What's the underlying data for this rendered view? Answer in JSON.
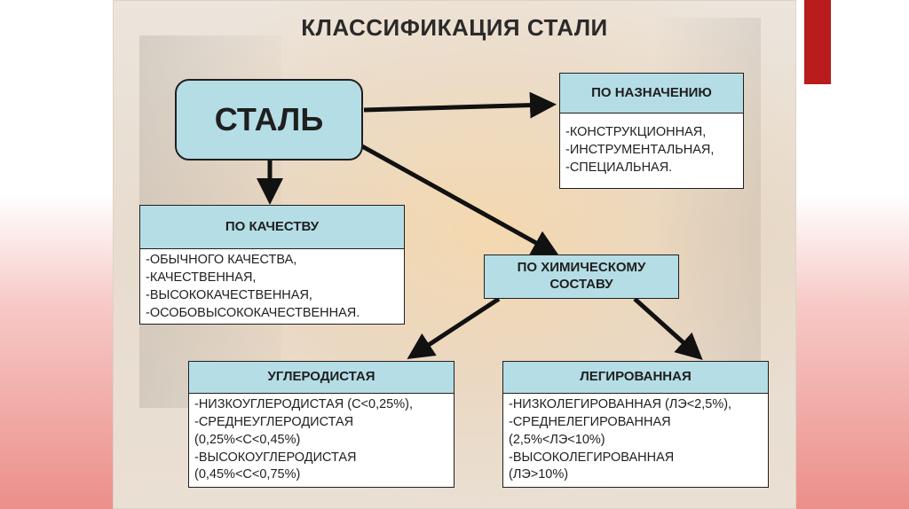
{
  "title": "КЛАССИФИКАЦИЯ СТАЛИ",
  "root": {
    "label": "СТАЛЬ"
  },
  "purpose": {
    "header": "ПО НАЗНАЧЕНИЮ",
    "items": [
      "-КОНСТРУКЦИОННАЯ,",
      "-ИНСТРУМЕНТАЛЬНАЯ,",
      "-СПЕЦИАЛЬНАЯ."
    ]
  },
  "quality": {
    "header": "ПО КАЧЕСТВУ",
    "items": [
      "-ОБЫЧНОГО КАЧЕСТВА,",
      "-КАЧЕСТВЕННАЯ,",
      "-ВЫСОКОКАЧЕСТВЕННАЯ,",
      "-ОСОБОВЫСОКОКАЧЕСТВЕННАЯ."
    ]
  },
  "chemical": {
    "header_line1": "ПО ХИМИЧЕСКОМУ",
    "header_line2": "СОСТАВУ"
  },
  "carbon": {
    "header": "УГЛЕРОДИСТАЯ",
    "items": [
      "-НИЗКОУГЛЕРОДИСТАЯ (С<0,25%),",
      "-СРЕДНЕУГЛЕРОДИСТАЯ",
      "(0,25%<С<0,45%)",
      "-ВЫСОКОУГЛЕРОДИСТАЯ",
      "(0,45%<С<0,75%)"
    ]
  },
  "alloyed": {
    "header": "ЛЕГИРОВАННАЯ",
    "items": [
      "-НИЗКОЛЕГИРОВАННАЯ (ЛЭ<2,5%),",
      "-СРЕДНЕЛЕГИРОВАННАЯ",
      "(2,5%<ЛЭ<10%)",
      "-ВЫСОКОЛЕГИРОВАННАЯ",
      "(ЛЭ>10%)"
    ]
  },
  "colors": {
    "box_fill": "#b5dde6",
    "accent": "#b81c1c",
    "arrow": "#111111"
  }
}
